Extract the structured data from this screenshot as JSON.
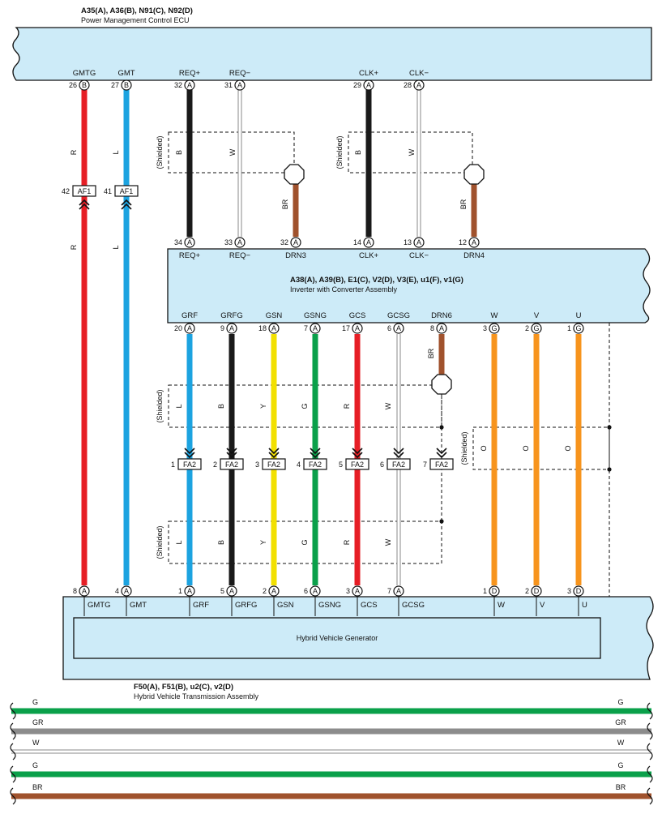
{
  "ecu": {
    "codes": "A35(A), A36(B), N91(C), N92(D)",
    "name": "Power Management Control ECU",
    "pins": [
      {
        "label": "GMTG",
        "num": "26",
        "conn": "B"
      },
      {
        "label": "GMT",
        "num": "27",
        "conn": "B"
      },
      {
        "label": "REQ+",
        "num": "32",
        "conn": "A"
      },
      {
        "label": "REQ−",
        "num": "31",
        "conn": "A"
      },
      {
        "label": "CLK+",
        "num": "29",
        "conn": "A"
      },
      {
        "label": "CLK−",
        "num": "28",
        "conn": "A"
      }
    ]
  },
  "inverter": {
    "codes": "A38(A), A39(B), E1(C), V2(D), V3(E), u1(F), v1(G)",
    "name": "Inverter with Converter Assembly",
    "top_pins": [
      {
        "label": "REQ+",
        "num": "34",
        "conn": "A"
      },
      {
        "label": "REQ−",
        "num": "33",
        "conn": "A"
      },
      {
        "label": "DRN3",
        "num": "32",
        "conn": "A"
      },
      {
        "label": "CLK+",
        "num": "14",
        "conn": "A"
      },
      {
        "label": "CLK−",
        "num": "13",
        "conn": "A"
      },
      {
        "label": "DRN4",
        "num": "12",
        "conn": "A"
      }
    ],
    "bottom_pins": [
      {
        "label": "GRF",
        "num": "20",
        "conn": "A"
      },
      {
        "label": "GRFG",
        "num": "9",
        "conn": "A"
      },
      {
        "label": "GSN",
        "num": "18",
        "conn": "A"
      },
      {
        "label": "GSNG",
        "num": "7",
        "conn": "A"
      },
      {
        "label": "GCS",
        "num": "17",
        "conn": "A"
      },
      {
        "label": "GCSG",
        "num": "6",
        "conn": "A"
      },
      {
        "label": "DRN6",
        "num": "8",
        "conn": "A"
      },
      {
        "label": "W",
        "num": "3",
        "conn": "G"
      },
      {
        "label": "V",
        "num": "2",
        "conn": "G"
      },
      {
        "label": "U",
        "num": "1",
        "conn": "G"
      }
    ]
  },
  "generator": {
    "codes": "F50(A), F51(B), u2(C), v2(D)",
    "name": "Hybrid Vehicle Transmission Assembly",
    "inner_label": "Hybrid Vehicle Generator",
    "pins": [
      {
        "label": "GMTG",
        "num": "8",
        "conn": "A"
      },
      {
        "label": "GMT",
        "num": "4",
        "conn": "A"
      },
      {
        "label": "GRF",
        "num": "1",
        "conn": "A"
      },
      {
        "label": "GRFG",
        "num": "5",
        "conn": "A"
      },
      {
        "label": "GSN",
        "num": "2",
        "conn": "A"
      },
      {
        "label": "GSNG",
        "num": "6",
        "conn": "A"
      },
      {
        "label": "GCS",
        "num": "3",
        "conn": "A"
      },
      {
        "label": "GCSG",
        "num": "7",
        "conn": "A"
      },
      {
        "label": "W",
        "num": "1",
        "conn": "D"
      },
      {
        "label": "V",
        "num": "2",
        "conn": "D"
      },
      {
        "label": "U",
        "num": "3",
        "conn": "D"
      }
    ]
  },
  "wires": {
    "ecu_gen": [
      {
        "code": "R",
        "color": "#e61e25"
      },
      {
        "code": "L",
        "color": "#1ca3e0"
      }
    ],
    "ecu_inv": [
      {
        "code": "B",
        "color": "#1a1a1a"
      },
      {
        "code": "W",
        "color": "#ffffff"
      },
      {
        "code": "BR",
        "color": "#a0522d"
      },
      {
        "code": "B",
        "color": "#1a1a1a"
      },
      {
        "code": "W",
        "color": "#ffffff"
      },
      {
        "code": "BR",
        "color": "#a0522d"
      }
    ],
    "inv_gen": [
      {
        "code": "L",
        "color": "#1ca3e0"
      },
      {
        "code": "B",
        "color": "#1a1a1a"
      },
      {
        "code": "Y",
        "color": "#f2e000"
      },
      {
        "code": "G",
        "color": "#0aa04a"
      },
      {
        "code": "R",
        "color": "#e61e25"
      },
      {
        "code": "W",
        "color": "#ffffff"
      },
      {
        "code": "BR",
        "color": "#a0522d"
      },
      {
        "code": "O",
        "color": "#f7941d"
      },
      {
        "code": "O",
        "color": "#f7941d"
      },
      {
        "code": "O",
        "color": "#f7941d"
      }
    ]
  },
  "connectors": {
    "af1": {
      "name": "AF1",
      "pins": [
        "42",
        "41"
      ]
    },
    "fa2": {
      "name": "FA2",
      "pins": [
        "1",
        "2",
        "3",
        "4",
        "5",
        "6",
        "7"
      ]
    }
  },
  "shield_label": "(Shielded)",
  "legend": [
    {
      "code": "G",
      "color": "#0aa04a"
    },
    {
      "code": "GR",
      "color": "#8c8c8c"
    },
    {
      "code": "W",
      "color": "#ffffff"
    },
    {
      "code": "G",
      "color": "#0aa04a"
    },
    {
      "code": "BR",
      "color": "#a0522d"
    }
  ]
}
